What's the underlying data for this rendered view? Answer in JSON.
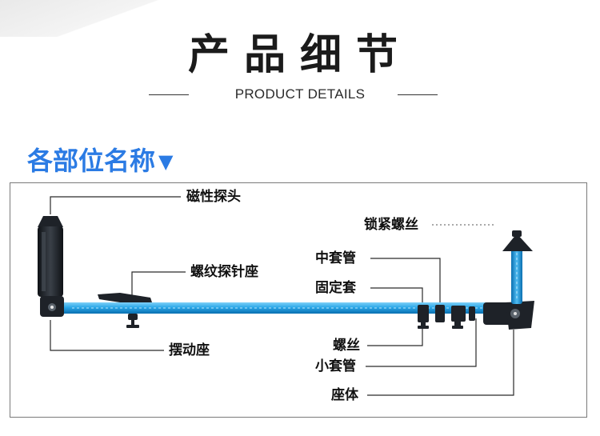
{
  "header": {
    "title_cn": "产品细节",
    "title_en": "PRODUCT DETAILS"
  },
  "section": {
    "heading": "各部位名称",
    "marker": "▼"
  },
  "labels": {
    "magnetic_probe": "磁性探头",
    "threaded_needle_seat": "螺纹探针座",
    "swing_seat": "摆动座",
    "lock_screw": "锁紧螺丝",
    "middle_sleeve": "中套管",
    "fixed_sleeve": "固定套",
    "screw": "螺丝",
    "small_sleeve": "小套管",
    "base": "座体"
  },
  "colors": {
    "accent": "#2b7be4",
    "rod": "#2aa7e8",
    "rod_dark": "#0a74b8",
    "part_black": "#1e2228"
  }
}
